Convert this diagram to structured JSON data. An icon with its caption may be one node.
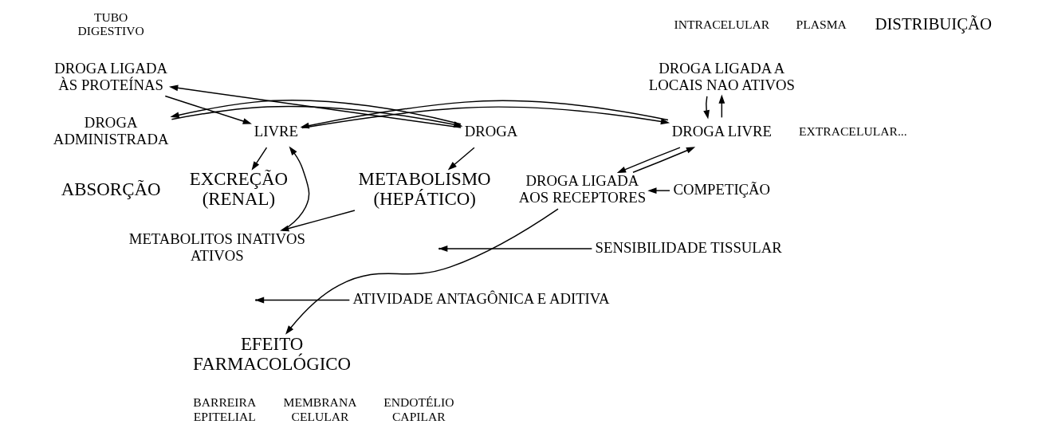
{
  "diagram": {
    "nodes": [
      {
        "text": [
          "DROGA ADMINISTRADA"
        ]
      },
      {
        "text": [
          "DROGA"
        ]
      },
      {
        "text": [
          "DROGA LIGADA ÀS PROTEÍNAS"
        ]
      },
      {
        "text": [
          "LIVRE"
        ]
      },
      {
        "text": [
          "METABOLISMO (HEPÁTICO)"
        ]
      },
      {
        "text": [
          "EXCREÇÃO (RENAL)"
        ]
      },
      {
        "text": [
          "METABOLITOS INATIVOS ATIVOS"
        ]
      },
      {
        "text": [
          "DROGA LIGADA A LOCAIS NAO ATIVOS"
        ]
      },
      {
        "text": [
          "DROGA LIVRE"
        ]
      },
      {
        "text": [
          "DROGA LIGADA AOS RECEPTORES"
        ]
      },
      {
        "text": [
          "COMPETIÇÃO"
        ]
      },
      {
        "text": [
          "EFEITO FARMACOLÓGICO"
        ]
      },
      {
        "text": [
          "SENSIBILIDADE TISSULAR"
        ]
      },
      {
        "text": [
          "ATIVIDADE ANTAGÔNICA E ADITIVA"
        ]
      }
    ],
    "edges": [
      {
        "from": 0,
        "to": 1,
        "arrow": "to"
      },
      {
        "from": 1,
        "to": 0,
        "arrow": "to"
      },
      {
        "from": 1,
        "to": 2,
        "arrow": "to"
      },
      {
        "from": 2,
        "to": 3,
        "arrow": "to"
      },
      {
        "from": 1,
        "to": 4,
        "arrow": "to"
      },
      {
        "from": 3,
        "to": 5,
        "arrow": "to"
      },
      {
        "from": 4,
        "to": 6,
        "arrow": "to"
      },
      {
        "from": 6,
        "to": 3,
        "arrow": "to"
      },
      {
        "from": 3,
        "to": 8,
        "arrow": "to"
      },
      {
        "from": 8,
        "to": 3,
        "arrow": "to"
      },
      {
        "from": 7,
        "to": 8,
        "arrow": "to"
      },
      {
        "from": 8,
        "to": 7,
        "arrow": "to"
      },
      {
        "from": 8,
        "to": 9,
        "arrow": "to"
      },
      {
        "from": 9,
        "to": 8,
        "arrow": "to"
      },
      {
        "from": 10,
        "to": 9,
        "arrow": "to"
      },
      {
        "from": 9,
        "to": 11,
        "arrow": "to"
      },
      {
        "from": 12,
        "to": null,
        "arrow": "to"
      },
      {
        "from": 13,
        "to": null,
        "arrow": "to"
      }
    ],
    "labels": [
      "DISTRIBUIÇÃO",
      "TUBO DIGESTIVO",
      "PLASMA",
      "EXTRACELULAR...",
      "INTRACELULAR",
      "ABSORÇÃO",
      "BARREIRA EPITELIAL",
      "ENDOTÉLIO CAPILAR",
      "MEMBRANA CELULAR"
    ]
  }
}
